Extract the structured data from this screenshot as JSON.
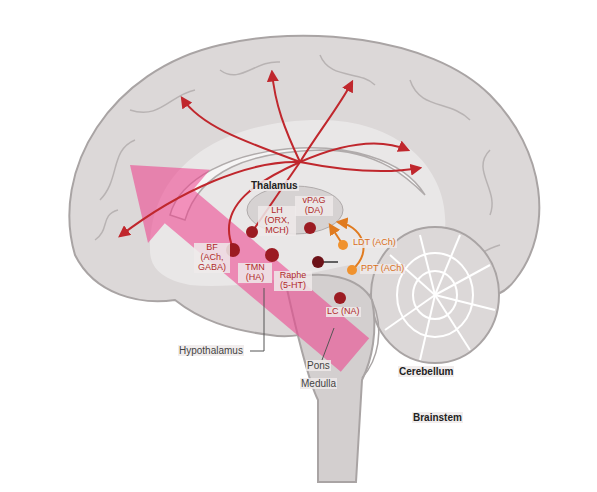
{
  "diagram": {
    "labels": [
      "Thalamus",
      "vPAG (DA)",
      "LH (ORX, MCH)",
      "BF (ACh, GABA)",
      "TMN (HA)",
      "Raphe (5-HT)",
      "LDT (ACh)",
      "PPT (ACh)",
      "LC (NA)",
      "Hypothalamus",
      "Pons",
      "Medulla",
      "Cerebellum",
      "Brainstem"
    ]
  }
}
